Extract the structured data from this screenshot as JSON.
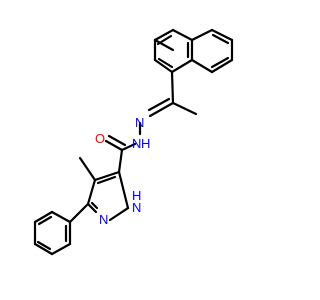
{
  "atom_labels": {
    "carbonyl_oxygen": "O",
    "amide_nh": "N",
    "amide_h": "H",
    "imine_n": "N",
    "pyrazole_nh": "N",
    "pyrazole_h": "H",
    "pyrazole_n2": "N"
  },
  "colors": {
    "bond": "#000000",
    "oxygen": "#ff0000",
    "nitrogen": "#0000ff",
    "background": "#ffffff"
  }
}
